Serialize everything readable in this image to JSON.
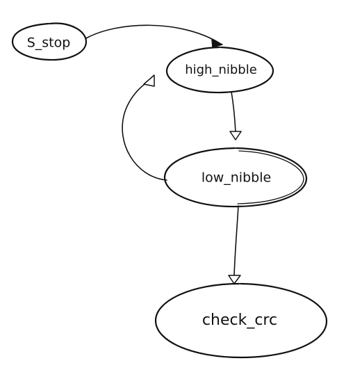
{
  "diagram": {
    "nodes": [
      {
        "id": "s_stop",
        "label": "S_stop"
      },
      {
        "id": "high_nibble",
        "label": "high_nibble"
      },
      {
        "id": "low_nibble",
        "label": "low_nibble"
      },
      {
        "id": "check_crc",
        "label": "check_crc"
      }
    ],
    "edges": [
      {
        "from": "s_stop",
        "to": "high_nibble"
      },
      {
        "from": "high_nibble",
        "to": "low_nibble"
      },
      {
        "from": "low_nibble",
        "to": "high_nibble"
      },
      {
        "from": "low_nibble",
        "to": "check_crc"
      }
    ]
  }
}
